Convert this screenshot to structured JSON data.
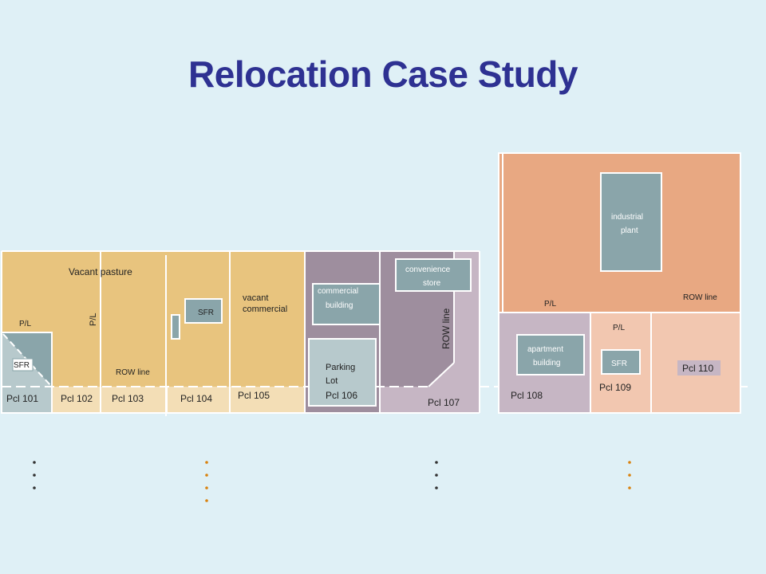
{
  "title": "Relocation Case Study",
  "labels": {
    "vacant_pasture": "Vacant  pasture",
    "pl": "P/L",
    "sfr": "SFR",
    "row_line": "ROW line",
    "vacant_commercial_1": "vacant",
    "vacant_commercial_2": "commercial",
    "commercial_building_1": "commercial",
    "commercial_building_2": "building",
    "parking_lot_1": "Parking",
    "parking_lot_2": "Lot",
    "convenience_store_1": "convenience",
    "convenience_store_2": "store",
    "industrial_plant_1": "industrial",
    "industrial_plant_2": "plant",
    "apartment_building_1": "apartment",
    "apartment_building_2": "building"
  },
  "parcels": {
    "p101": "Pcl 101",
    "p102": "Pcl 102",
    "p103": "Pcl 103",
    "p104": "Pcl 104",
    "p105": "Pcl 105",
    "p106": "Pcl 106",
    "p107": "Pcl 107",
    "p108": "Pcl 108",
    "p109": "Pcl 109",
    "p110": "Pcl 110"
  },
  "colors": {
    "background": "#dff0f6",
    "title": "#2e3192",
    "pasture": "#e8c47e",
    "row_strip": "#f3deb6",
    "building": "#8aa5aa",
    "mauve_dark": "#9e8e9e",
    "mauve_light": "#c6b6c4",
    "industrial": "#e8a882",
    "peach": "#f2c7b0",
    "dots_dark": "#333333",
    "dots_orange": "#d9820e"
  }
}
